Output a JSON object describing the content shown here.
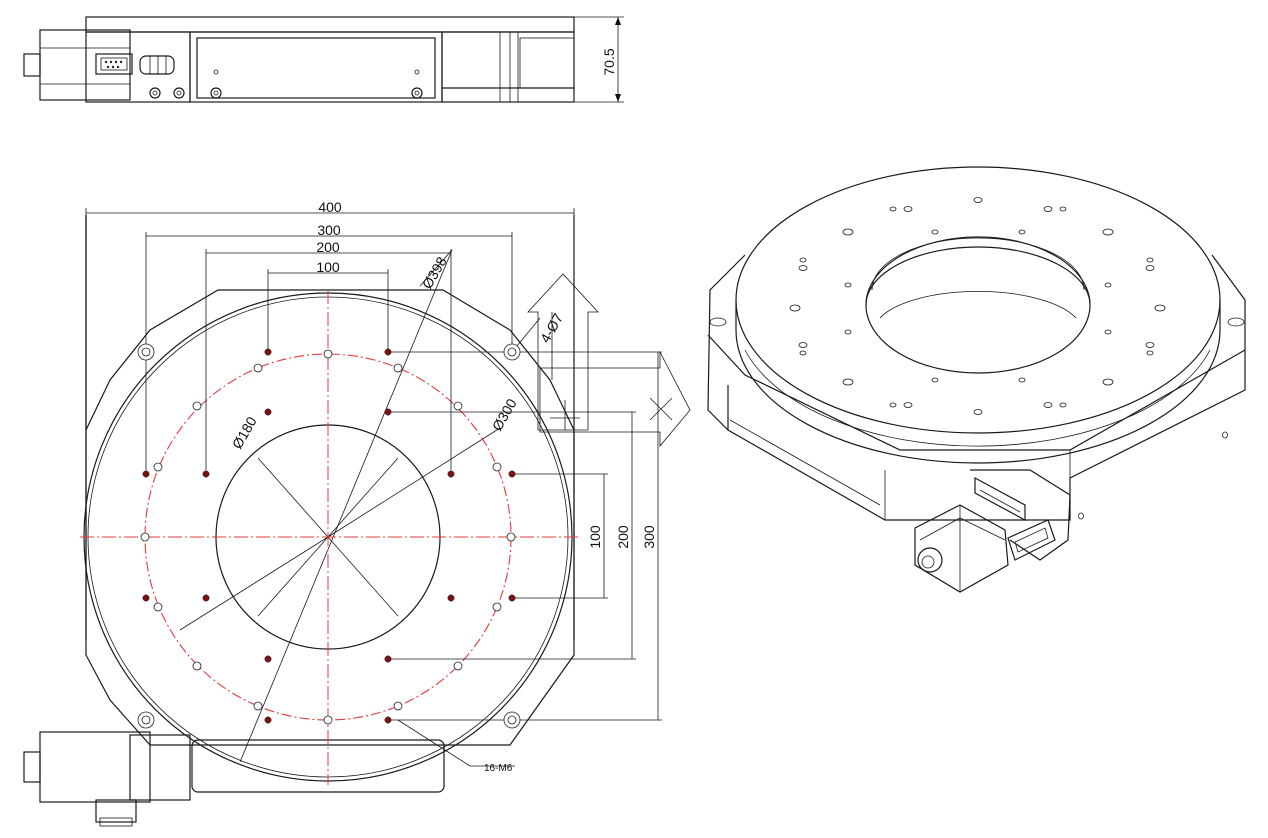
{
  "colors": {
    "line": "#1a1a1a",
    "center_line": "#e23b3b",
    "tapped_hole": "#7a1212",
    "background": "#ffffff"
  },
  "dimensions": {
    "width_400": "400",
    "span_300": "300",
    "span_200": "200",
    "span_100": "100",
    "dia_398": "Ø398",
    "dia_300": "Ø300",
    "dia_180": "Ø180",
    "holes_4_d7": "4-Ø7",
    "holes_16_m6": "16-M6",
    "height_70_5": "70.5",
    "v_100": "100",
    "v_200": "200",
    "v_300": "300"
  }
}
